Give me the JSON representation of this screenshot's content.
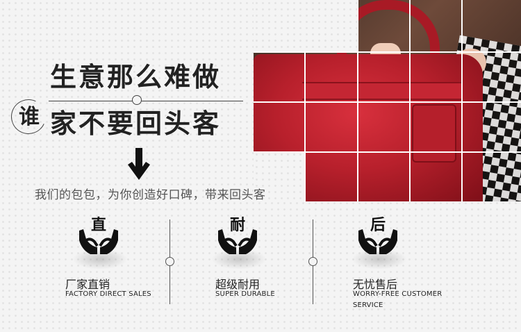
{
  "headline": {
    "line1": "生意那么难做",
    "line2": "家不要回头客",
    "who": "谁"
  },
  "subline": "我们的包包，为你创造好口碑，带来回头客",
  "features": [
    {
      "icon": "hands-icon",
      "char": "直",
      "cn": "厂家直销",
      "en": "FACTORY DIRECT SALES"
    },
    {
      "icon": "hands-icon",
      "char": "耐",
      "cn": "超级耐用",
      "en": "SUPER DURABLE"
    },
    {
      "icon": "hands-icon",
      "char": "后",
      "cn": "无忧售后",
      "en": "WORRY-FREE CUSTOMER SERVICE"
    }
  ],
  "colors": {
    "accent_red": "#b8202c",
    "text_dark": "#222222",
    "background": "#f4f4f4"
  }
}
